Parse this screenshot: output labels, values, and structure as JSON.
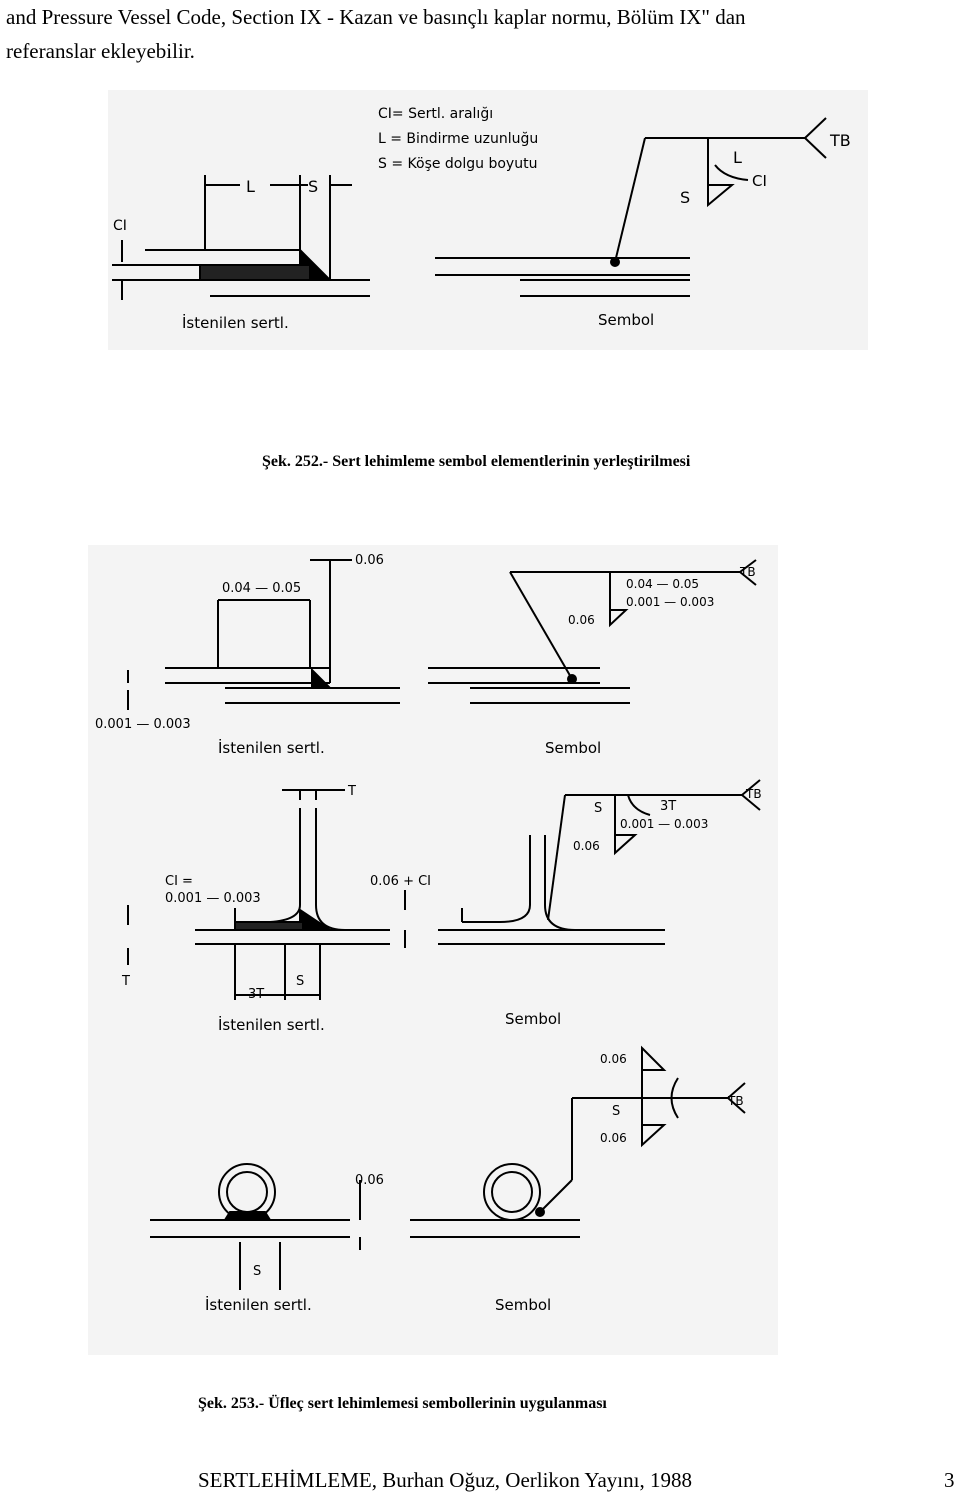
{
  "intro": {
    "line1": "and Pressure Vessel Code, Section IX - Kazan ve basınçlı kaplar normu, Bölüm IX\" dan",
    "line2": "referanslar ekleyebilir."
  },
  "figure252": {
    "legend": [
      "CI= Sertl. aralığı",
      "L = Bindirme uzunluğu",
      "S = Köşe dolgu boyutu"
    ],
    "dim_L": "L",
    "dim_S": "S",
    "dim_CI": "CI",
    "sym_L": "L",
    "sym_S": "S",
    "sym_CI": "CI",
    "sym_TB": "TB",
    "label_left": "İstenilen sertl.",
    "label_right": "Sembol",
    "caption": "Şek. 252.- Sert lehimleme sembol elementlerinin yerleştirilmesi"
  },
  "figure253": {
    "a": {
      "dim_top": "0.06",
      "dim_span": "0.04 — 0.05",
      "dim_gap": "0.001 — 0.003",
      "sym_range1": "0.04 — 0.05",
      "sym_range2": "0.001 — 0.003",
      "sym_s": "0.06",
      "sym_tb": "TB",
      "label_left": "İstenilen sertl.",
      "label_right": "Sembol"
    },
    "b": {
      "dim_T": "T",
      "dim_ci1": "CI =",
      "dim_ci2": "0.001 — 0.003",
      "dim_ci3": "0.06 + CI",
      "dim_T2": "T",
      "dim_3T": "3T",
      "dim_S": "S",
      "sym_S": "S",
      "sym_3T": "3T",
      "sym_range": "0.001 — 0.003",
      "sym_006": "0.06",
      "sym_tb": "TB",
      "label_left": "İstenilen sertl.",
      "label_right": "Sembol"
    },
    "c": {
      "dim_006": "0.06",
      "dim_S": "S",
      "sym_top": "0.06",
      "sym_S": "S",
      "sym_bottom": "0.06",
      "sym_tb": "TB",
      "label_left": "İstenilen sertl.",
      "label_right": "Sembol"
    },
    "caption": "Şek. 253.- Üfleç sert lehimlemesi sembollerinin uygulanması"
  },
  "footer": {
    "text": "SERTLEHİMLEME, Burhan Oğuz, Oerlikon Yayını, 1988",
    "page": "3"
  }
}
